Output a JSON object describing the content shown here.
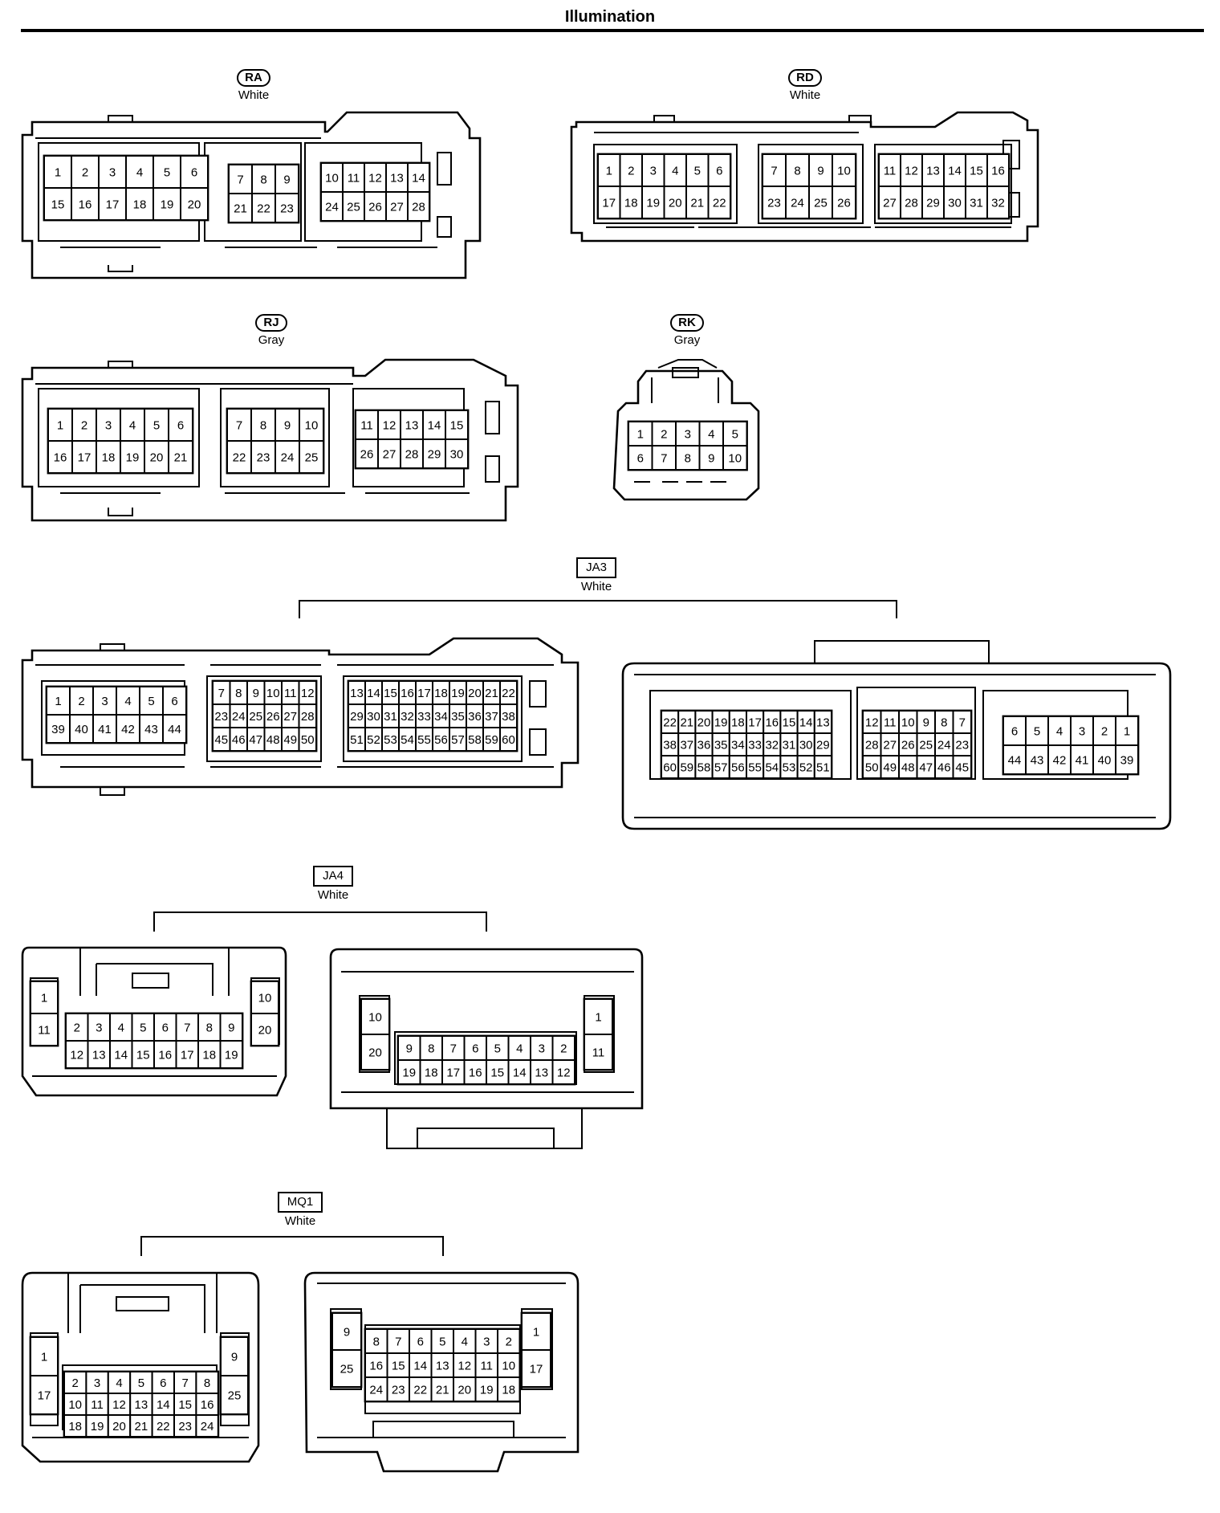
{
  "title": "Illumination",
  "connectors": {
    "RA": {
      "code": "RA",
      "color": "White",
      "style": "pill",
      "groups": [
        {
          "rows": [
            [
              "1",
              "2",
              "3",
              "4",
              "5",
              "6"
            ],
            [
              "15",
              "16",
              "17",
              "18",
              "19",
              "20"
            ]
          ]
        },
        {
          "rows": [
            [
              "7",
              "8",
              "9"
            ],
            [
              "21",
              "22",
              "23"
            ]
          ]
        },
        {
          "rows": [
            [
              "10",
              "11",
              "12",
              "13",
              "14"
            ],
            [
              "24",
              "25",
              "26",
              "27",
              "28"
            ]
          ]
        }
      ]
    },
    "RD": {
      "code": "RD",
      "color": "White",
      "style": "pill",
      "groups": [
        {
          "rows": [
            [
              "1",
              "2",
              "3",
              "4",
              "5",
              "6"
            ],
            [
              "17",
              "18",
              "19",
              "20",
              "21",
              "22"
            ]
          ]
        },
        {
          "rows": [
            [
              "7",
              "8",
              "9",
              "10"
            ],
            [
              "23",
              "24",
              "25",
              "26"
            ]
          ]
        },
        {
          "rows": [
            [
              "11",
              "12",
              "13",
              "14",
              "15",
              "16"
            ],
            [
              "27",
              "28",
              "29",
              "30",
              "31",
              "32"
            ]
          ]
        }
      ]
    },
    "RJ": {
      "code": "RJ",
      "color": "Gray",
      "style": "pill",
      "groups": [
        {
          "rows": [
            [
              "1",
              "2",
              "3",
              "4",
              "5",
              "6"
            ],
            [
              "16",
              "17",
              "18",
              "19",
              "20",
              "21"
            ]
          ]
        },
        {
          "rows": [
            [
              "7",
              "8",
              "9",
              "10"
            ],
            [
              "22",
              "23",
              "24",
              "25"
            ]
          ]
        },
        {
          "rows": [
            [
              "11",
              "12",
              "13",
              "14",
              "15"
            ],
            [
              "26",
              "27",
              "28",
              "29",
              "30"
            ]
          ]
        }
      ]
    },
    "RK": {
      "code": "RK",
      "color": "Gray",
      "style": "pill",
      "groups": [
        {
          "rows": [
            [
              "1",
              "2",
              "3",
              "4",
              "5"
            ],
            [
              "6",
              "7",
              "8",
              "9",
              "10"
            ]
          ]
        }
      ]
    },
    "JA3": {
      "code": "JA3",
      "color": "White",
      "style": "box",
      "left": {
        "groups": [
          {
            "rows": [
              [
                "1",
                "2",
                "3",
                "4",
                "5",
                "6"
              ],
              [
                "39",
                "40",
                "41",
                "42",
                "43",
                "44"
              ]
            ]
          },
          {
            "rows": [
              [
                "7",
                "8",
                "9",
                "10",
                "11",
                "12"
              ],
              [
                "23",
                "24",
                "25",
                "26",
                "27",
                "28"
              ],
              [
                "45",
                "46",
                "47",
                "48",
                "49",
                "50"
              ]
            ]
          },
          {
            "rows": [
              [
                "13",
                "14",
                "15",
                "16",
                "17",
                "18",
                "19",
                "20",
                "21",
                "22"
              ],
              [
                "29",
                "30",
                "31",
                "32",
                "33",
                "34",
                "35",
                "36",
                "37",
                "38"
              ],
              [
                "51",
                "52",
                "53",
                "54",
                "55",
                "56",
                "57",
                "58",
                "59",
                "60"
              ]
            ]
          }
        ]
      },
      "right": {
        "groups": [
          {
            "rows": [
              [
                "22",
                "21",
                "20",
                "19",
                "18",
                "17",
                "16",
                "15",
                "14",
                "13"
              ],
              [
                "38",
                "37",
                "36",
                "35",
                "34",
                "33",
                "32",
                "31",
                "30",
                "29"
              ],
              [
                "60",
                "59",
                "58",
                "57",
                "56",
                "55",
                "54",
                "53",
                "52",
                "51"
              ]
            ]
          },
          {
            "rows": [
              [
                "12",
                "11",
                "10",
                "9",
                "8",
                "7"
              ],
              [
                "28",
                "27",
                "26",
                "25",
                "24",
                "23"
              ],
              [
                "50",
                "49",
                "48",
                "47",
                "46",
                "45"
              ]
            ]
          },
          {
            "rows": [
              [
                "6",
                "5",
                "4",
                "3",
                "2",
                "1"
              ],
              [
                "44",
                "43",
                "42",
                "41",
                "40",
                "39"
              ]
            ]
          }
        ]
      }
    },
    "JA4": {
      "code": "JA4",
      "color": "White",
      "style": "box",
      "left": {
        "groups": [
          {
            "rows": [
              [
                "1"
              ],
              [
                "11"
              ]
            ]
          },
          {
            "rows": [
              [
                "2",
                "3",
                "4",
                "5",
                "6",
                "7",
                "8",
                "9"
              ],
              [
                "12",
                "13",
                "14",
                "15",
                "16",
                "17",
                "18",
                "19"
              ]
            ]
          },
          {
            "rows": [
              [
                "10"
              ],
              [
                "20"
              ]
            ]
          }
        ]
      },
      "right": {
        "groups": [
          {
            "rows": [
              [
                "10"
              ],
              [
                "20"
              ]
            ]
          },
          {
            "rows": [
              [
                "9",
                "8",
                "7",
                "6",
                "5",
                "4",
                "3",
                "2"
              ],
              [
                "19",
                "18",
                "17",
                "16",
                "15",
                "14",
                "13",
                "12"
              ]
            ]
          },
          {
            "rows": [
              [
                "1"
              ],
              [
                "11"
              ]
            ]
          }
        ]
      }
    },
    "MQ1": {
      "code": "MQ1",
      "color": "White",
      "style": "box",
      "left": {
        "groups": [
          {
            "rows": [
              [
                "1"
              ],
              [
                "17"
              ]
            ]
          },
          {
            "rows": [
              [
                "2",
                "3",
                "4",
                "5",
                "6",
                "7",
                "8"
              ],
              [
                "10",
                "11",
                "12",
                "13",
                "14",
                "15",
                "16"
              ],
              [
                "18",
                "19",
                "20",
                "21",
                "22",
                "23",
                "24"
              ]
            ]
          },
          {
            "rows": [
              [
                "9"
              ],
              [
                "25"
              ]
            ]
          }
        ]
      },
      "right": {
        "groups": [
          {
            "rows": [
              [
                "9"
              ],
              [
                "25"
              ]
            ]
          },
          {
            "rows": [
              [
                "8",
                "7",
                "6",
                "5",
                "4",
                "3",
                "2"
              ],
              [
                "16",
                "15",
                "14",
                "13",
                "12",
                "11",
                "10"
              ],
              [
                "24",
                "23",
                "22",
                "21",
                "20",
                "19",
                "18"
              ]
            ]
          },
          {
            "rows": [
              [
                "1"
              ],
              [
                "17"
              ]
            ]
          }
        ]
      }
    }
  }
}
